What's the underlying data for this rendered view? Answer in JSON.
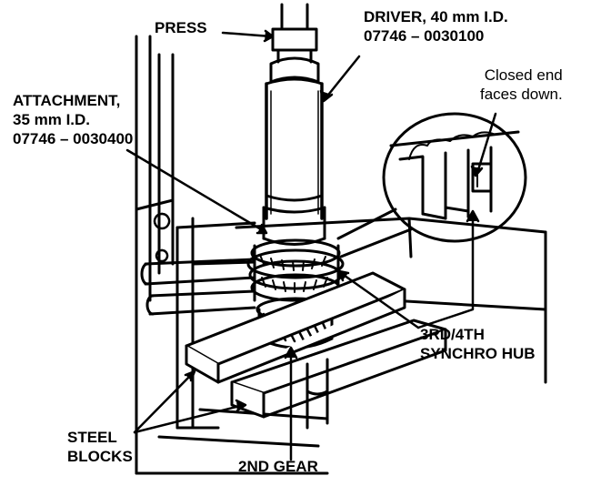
{
  "labels": {
    "press": "PRESS",
    "driver": [
      "DRIVER, 40 mm I.D.",
      "07746 – 0030100"
    ],
    "attachment": [
      "ATTACHMENT,",
      "35 mm I.D.",
      "07746 – 0030400"
    ],
    "closed_end": [
      "Closed end",
      "faces down."
    ],
    "synchro_hub": [
      "3RD/4TH",
      "SYNCHRO HUB"
    ],
    "steel_blocks": [
      "STEEL",
      "BLOCKS"
    ],
    "second_gear": "2ND GEAR"
  },
  "colors": {
    "ink": "#000000",
    "paper": "#ffffff"
  }
}
